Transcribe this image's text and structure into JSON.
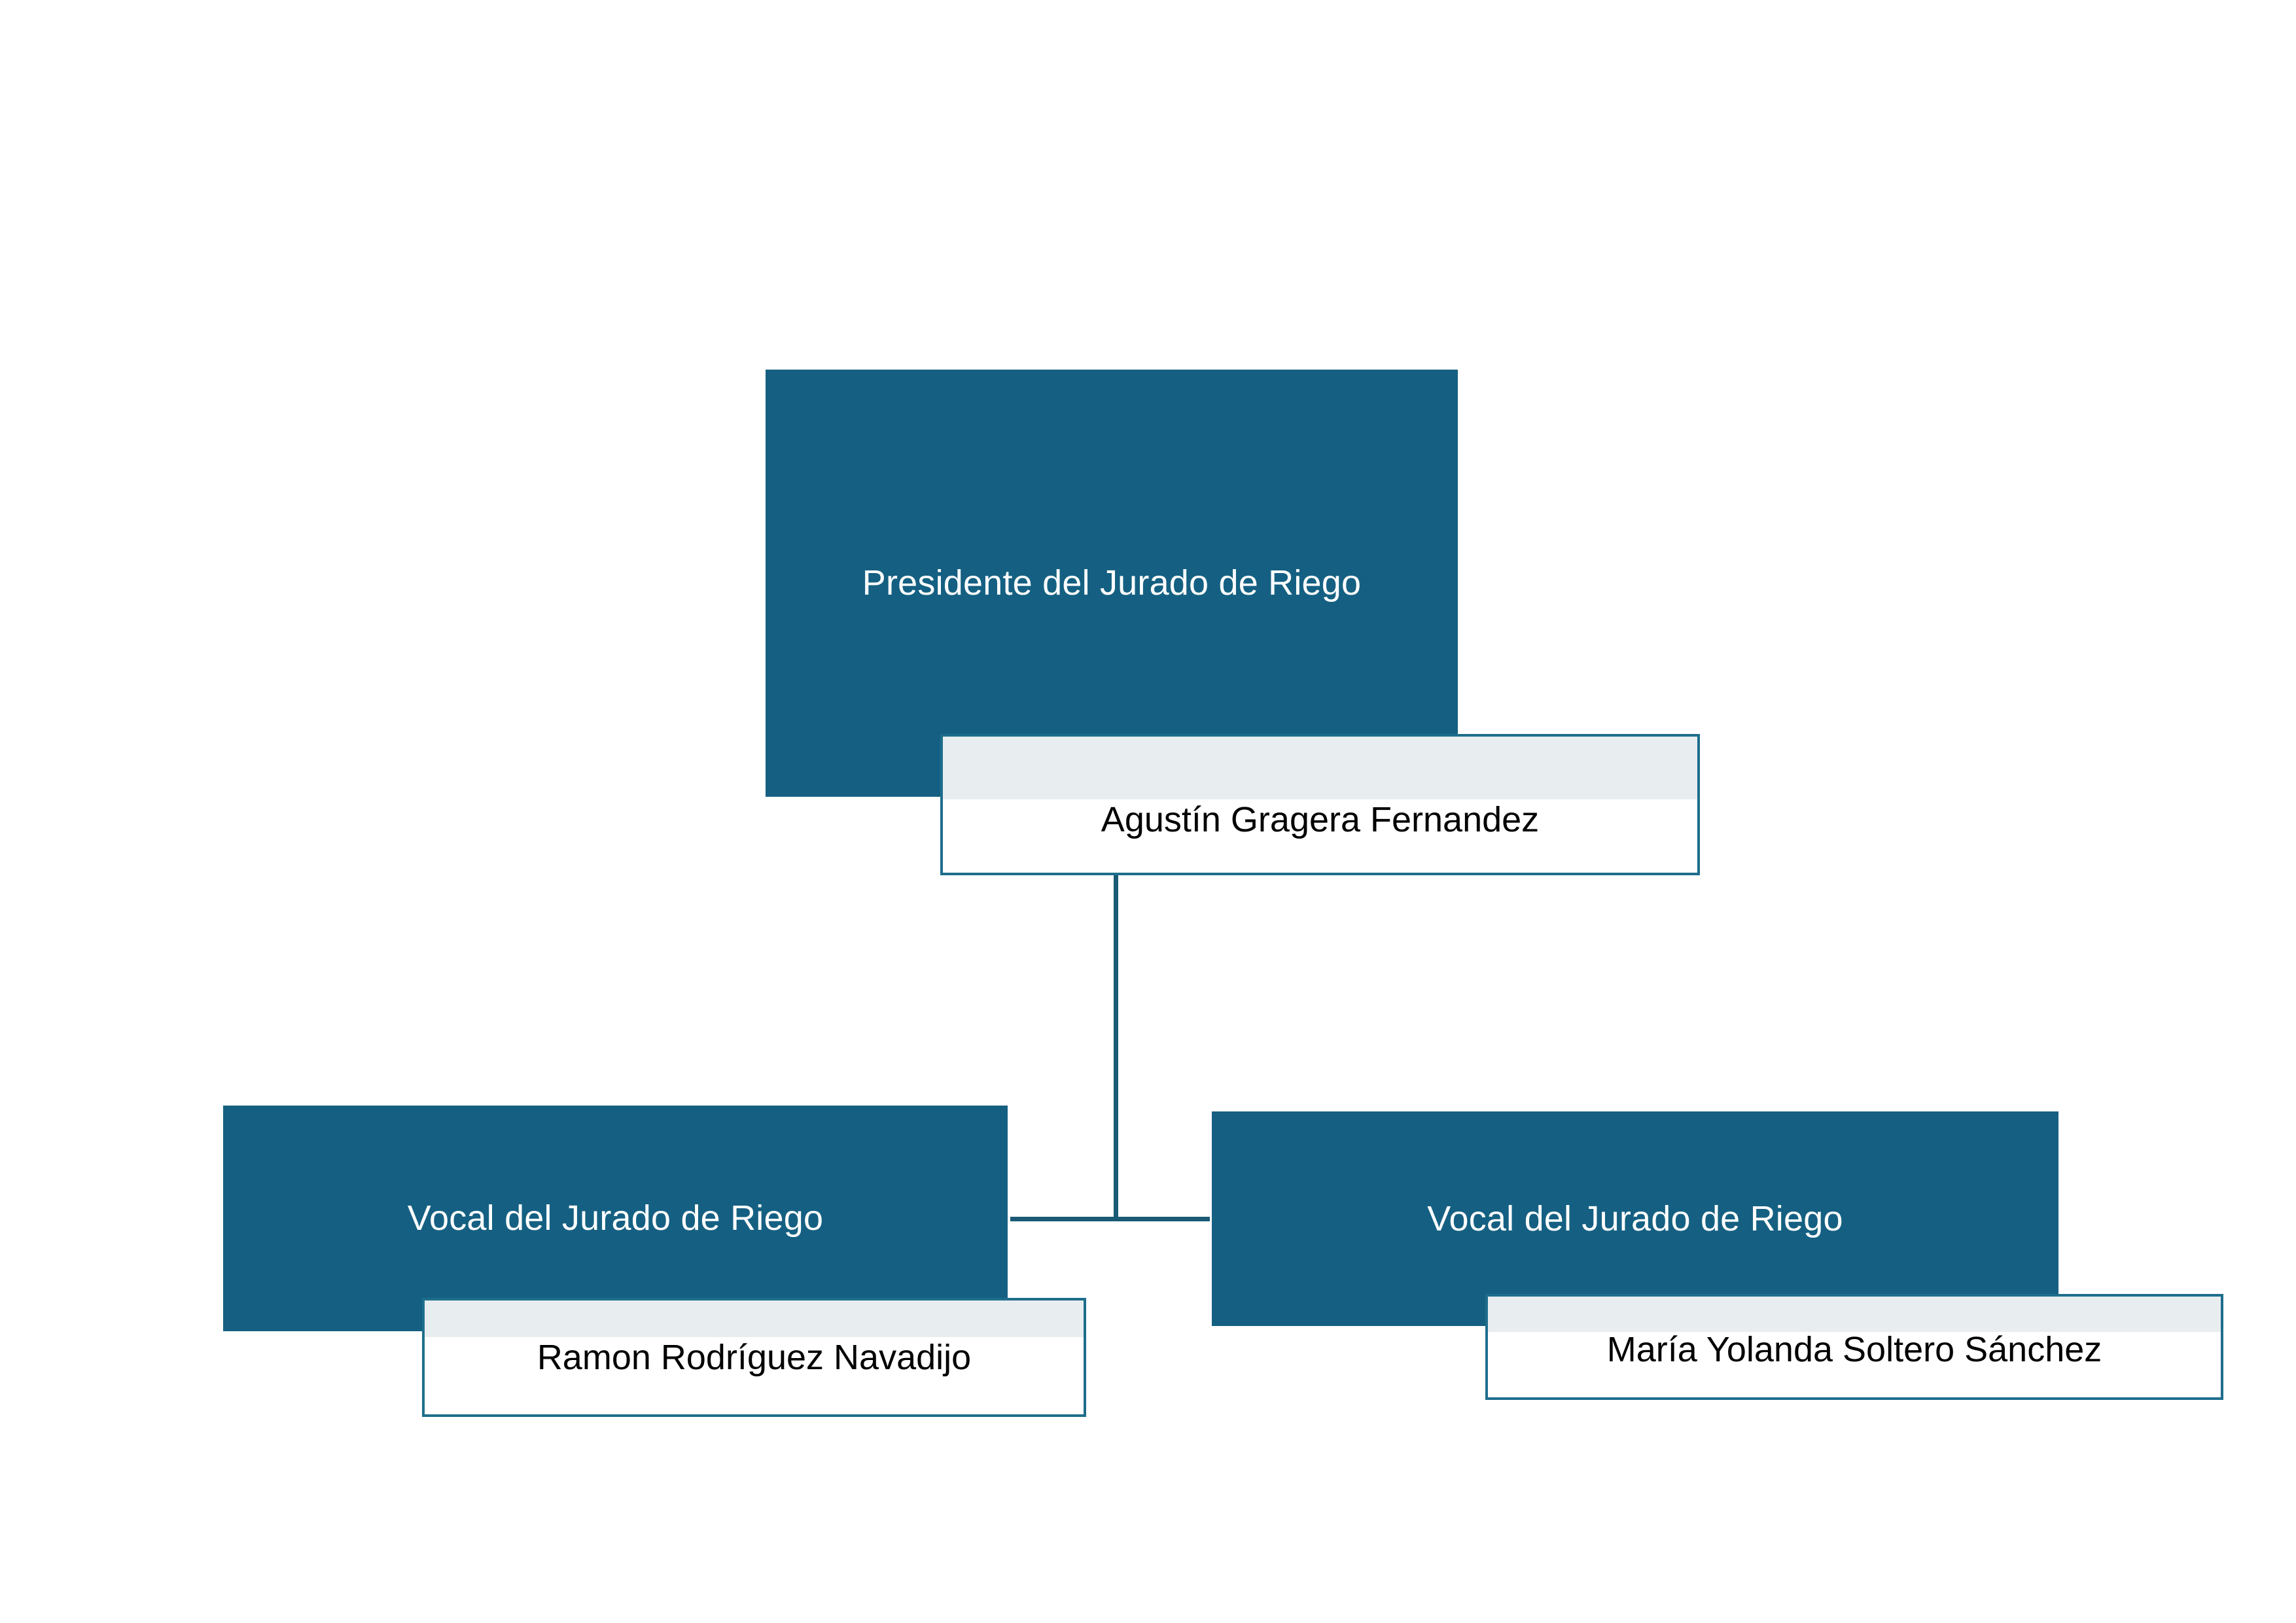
{
  "chart_data": {
    "type": "diagram",
    "title": "",
    "orientation": "top-down",
    "nodes": [
      {
        "id": "president",
        "role": "Presidente del Jurado de Riego",
        "person": "Agustín Gragera Fernandez",
        "level": 0
      },
      {
        "id": "vocal-left",
        "role": "Vocal del Jurado de Riego",
        "person": "Ramon Rodríguez Navadijo",
        "level": 1
      },
      {
        "id": "vocal-right",
        "role": "Vocal del Jurado de Riego",
        "person": "María Yolanda Soltero Sánchez",
        "level": 1
      }
    ],
    "edges": [
      {
        "from": "president",
        "to": "vocal-left"
      },
      {
        "from": "president",
        "to": "vocal-right"
      }
    ]
  },
  "colors": {
    "role_box_fill": "#156082",
    "role_box_text": "#FFFFFF",
    "person_box_fill": "#FFFFFF",
    "person_box_border": "#1E6E8C",
    "person_box_band": "#E8EDEF",
    "person_box_text": "#000000",
    "connector": "#1A5A75",
    "background": "#FFFFFF"
  },
  "org_chart": {
    "president": {
      "role_label": "Presidente del Jurado de Riego",
      "person_name": "Agustín Gragera Fernandez"
    },
    "vocal_left": {
      "role_label": "Vocal del Jurado de Riego",
      "person_name": "Ramon Rodríguez Navadijo"
    },
    "vocal_right": {
      "role_label": "Vocal del Jurado de Riego",
      "person_name": "María Yolanda Soltero Sánchez"
    }
  }
}
